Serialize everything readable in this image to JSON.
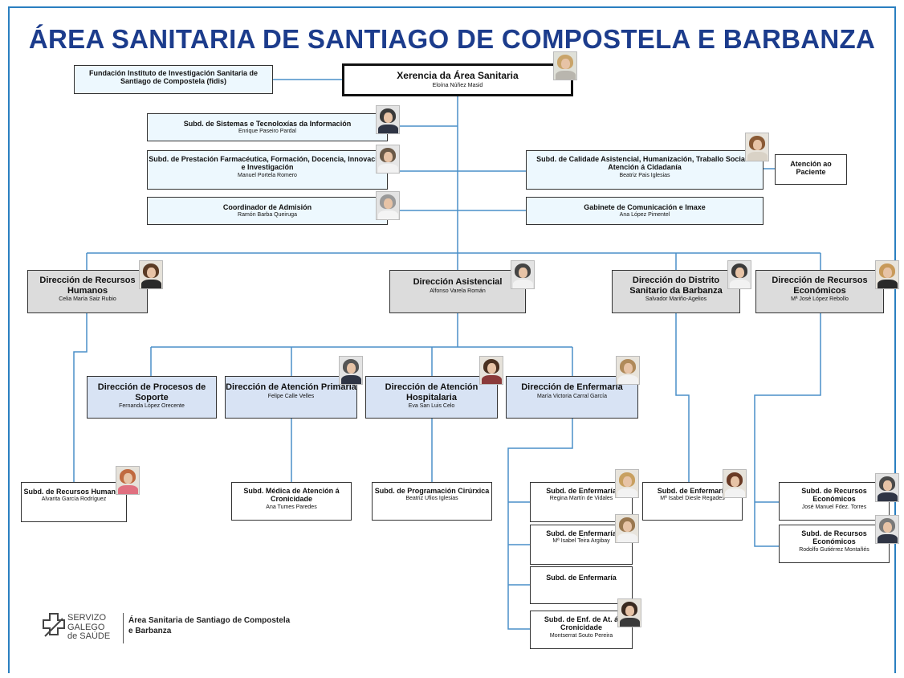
{
  "title": "ÁREA SANITARIA DE SANTIAGO DE COMPOSTELA E BARBANZA",
  "colors": {
    "title": "#1c3c8c",
    "lines": "#4a8fc9",
    "frame": "#2a7fc0",
    "box_light_blue": "#edf8fe",
    "box_gray": "#dcdcdc",
    "box_lavender": "#d8e3f4"
  },
  "nodes": {
    "fidis": {
      "title": "Fundación Instituto de Investigación Sanitaria de Santiago de Compostela (fidis)"
    },
    "xerencia": {
      "title": "Xerencia da Área Sanitaria",
      "name": "Eloína Núñez Masid"
    },
    "sistemas": {
      "title": "Subd. de Sistemas e Tecnoloxías da Información",
      "name": "Enrique Paseiro Pardal"
    },
    "farmaceutica": {
      "title": "Subd. de Prestación Farmacéutica, Formación, Docencia, Innovación e Investigación",
      "name": "Manuel Portela Romero"
    },
    "admision": {
      "title": "Coordinador de Admisión",
      "name": "Ramón Barba Queiruga"
    },
    "calidade": {
      "title": "Subd. de Calidade Asistencial, Humanización, Traballo Social e Atención á Cidadanía",
      "name": "Beatriz Pais Iglesias"
    },
    "atencion_paciente": {
      "title": "Atención ao Paciente"
    },
    "comunicacion": {
      "title": "Gabinete de Comunicación e Imaxe",
      "name": "Ana López Pimentel"
    },
    "rrhh": {
      "title": "Dirección de Recursos Humanos",
      "name": "Celia María Saiz Rubio"
    },
    "asistencial": {
      "title": "Dirección Asistencial",
      "name": "Alfonso Varela Román"
    },
    "distrito": {
      "title": "Dirección do Distrito Sanitario da Barbanza",
      "name": "Salvador Mariño-Agelios"
    },
    "economicos": {
      "title": "Dirección de Recursos Económicos",
      "name": "Mª José López Rebollo"
    },
    "procesos": {
      "title": "Dirección de Procesos de Soporte",
      "name": "Fernanda López Orecente"
    },
    "primaria": {
      "title": "Dirección de Atención Primaria",
      "name": "Felipe Calle Velles"
    },
    "hospitalaria": {
      "title": "Dirección de Atención Hospitalaria",
      "name": "Eva San Luis Celo"
    },
    "enfermaria": {
      "title": "Dirección de Enfermaría",
      "name": "María Victoria Carral García"
    },
    "subd_rrhh": {
      "title": "Subd. de Recursos Humanos",
      "name": "Alvarita García Rodríguez"
    },
    "subd_medica": {
      "title": "Subd. Médica de Atención á Cronicidade",
      "name": "Ana Tumes Paredes"
    },
    "subd_programacion": {
      "title": "Subd. de Programación Cirúrxica",
      "name": "Beatriz Ufios Iglesias"
    },
    "subd_enf1": {
      "title": "Subd. de Enfermaría",
      "name": "Regina Martín de Vidales"
    },
    "subd_enf2": {
      "title": "Subd. de Enfermaría",
      "name": "Mª Isabel Teira Argibay"
    },
    "subd_enf3": {
      "title": "Subd. de Enfermaría"
    },
    "subd_enf_cron": {
      "title": "Subd. de Enf. de At. á Cronicidade",
      "name": "Montserrat Souto Pereira"
    },
    "subd_enf_distrito": {
      "title": "Subd. de Enfermaría",
      "name": "Mª Isabel Diesle Regades"
    },
    "subd_eco1": {
      "title": "Subd. de Recursos Económicos",
      "name": "José Manuel Fdez. Torres"
    },
    "subd_eco2": {
      "title": "Subd. de Recursos Económicos",
      "name": "Rodolfo Gutiérrez Montañés"
    }
  },
  "logo": {
    "line1": "SERVIZO",
    "line2": "GALEGO",
    "line3": "de SAÚDE",
    "area_line1": "Área Sanitaria de Santiago de Compostela",
    "area_line2": "e Barbanza"
  }
}
